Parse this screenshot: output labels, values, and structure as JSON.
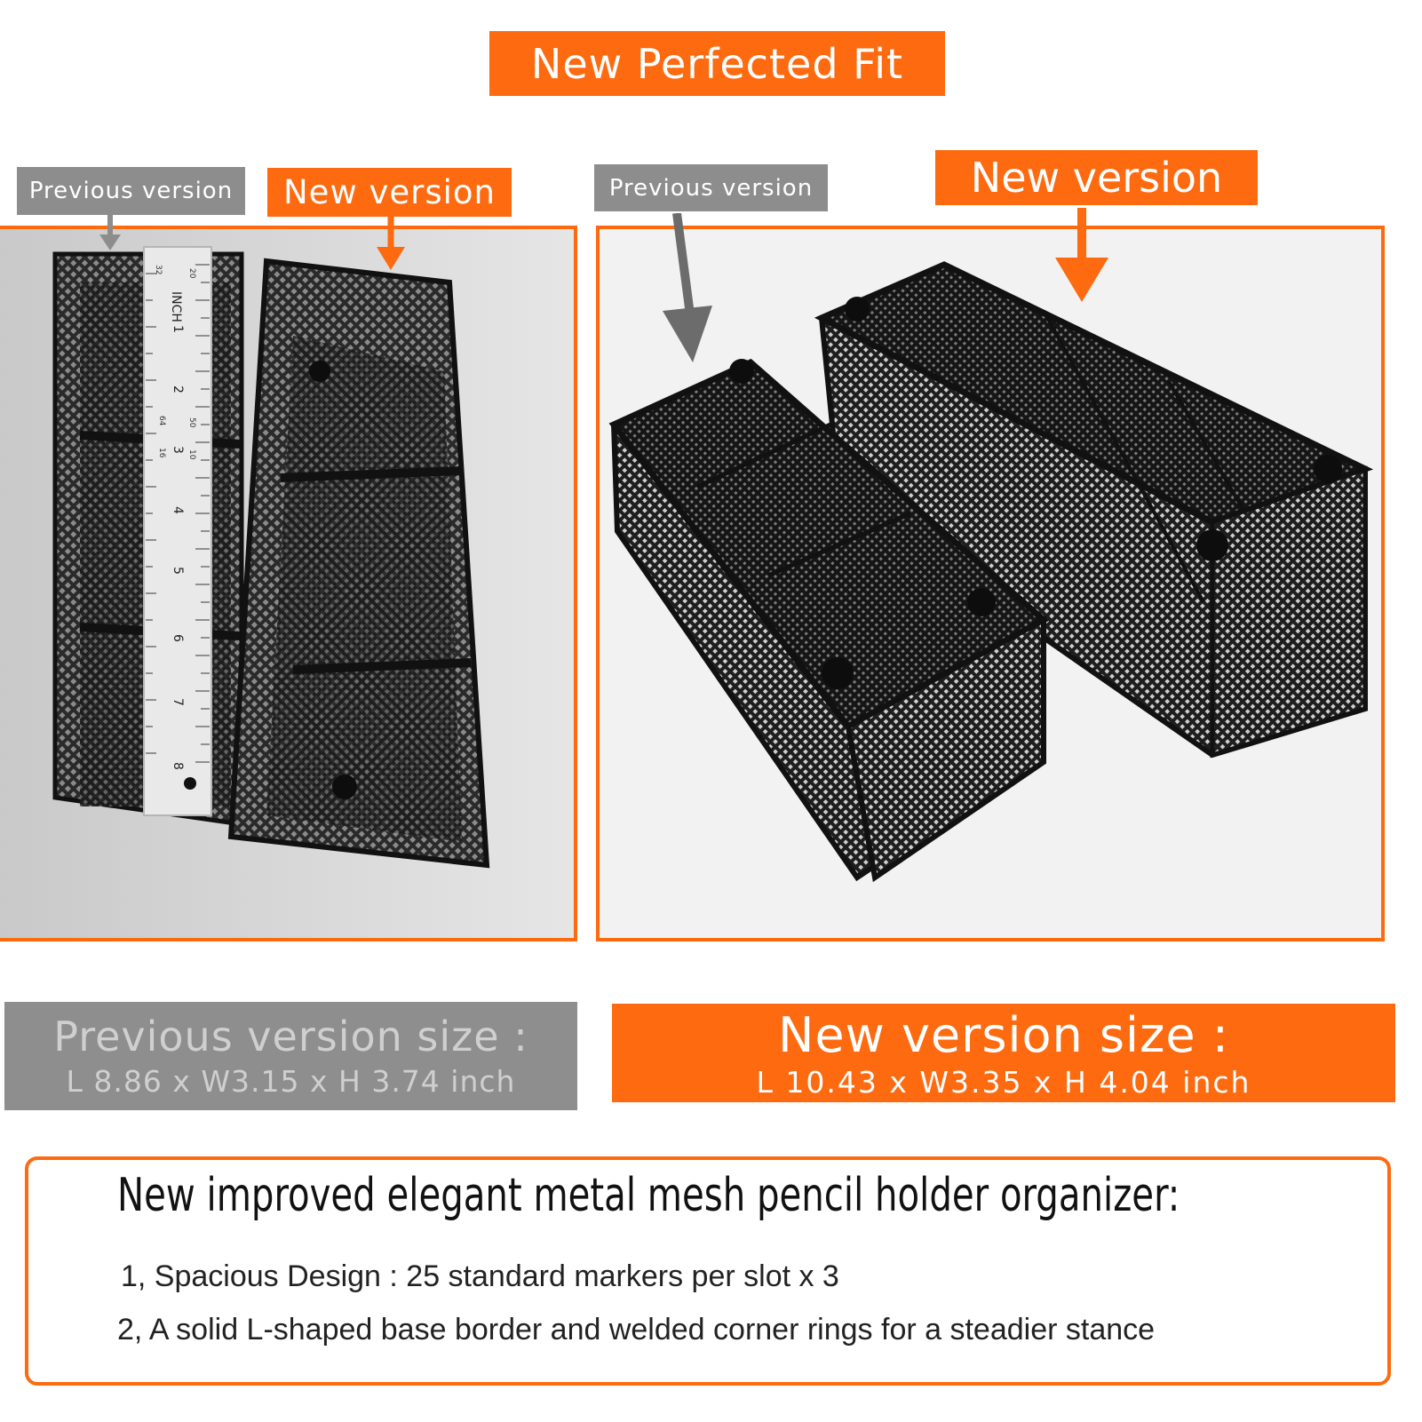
{
  "header": {
    "title": "New Perfected Fit"
  },
  "comparison_left": {
    "previous_label": "Previous version",
    "new_label": "New version",
    "ruler": {
      "unit_label": "INCH",
      "numbers": [
        "1",
        "2",
        "3",
        "4",
        "5",
        "6",
        "7",
        "8"
      ],
      "cm_labels": [
        "20",
        "32",
        "50",
        "64",
        "10",
        "16"
      ]
    }
  },
  "comparison_right": {
    "previous_label": "Previous version",
    "new_label": "New version"
  },
  "sizes": {
    "previous": {
      "title": "Previous version size :",
      "dims": "L 8.86 x W3.15 x H 3.74 inch"
    },
    "new": {
      "title": "New version size :",
      "dims": "L 10.43 x W3.35 x H 4.04 inch"
    }
  },
  "features": {
    "heading": "New improved elegant metal mesh pencil holder organizer:",
    "items": [
      "1, Spacious Design : 25 standard markers per slot x 3",
      "2, A solid L-shaped base border and welded corner rings for a steadier stance"
    ]
  },
  "colors": {
    "accent": "#fe6a10",
    "gray_tag": "#8d8d8d",
    "mesh": "#1a1a1a"
  }
}
